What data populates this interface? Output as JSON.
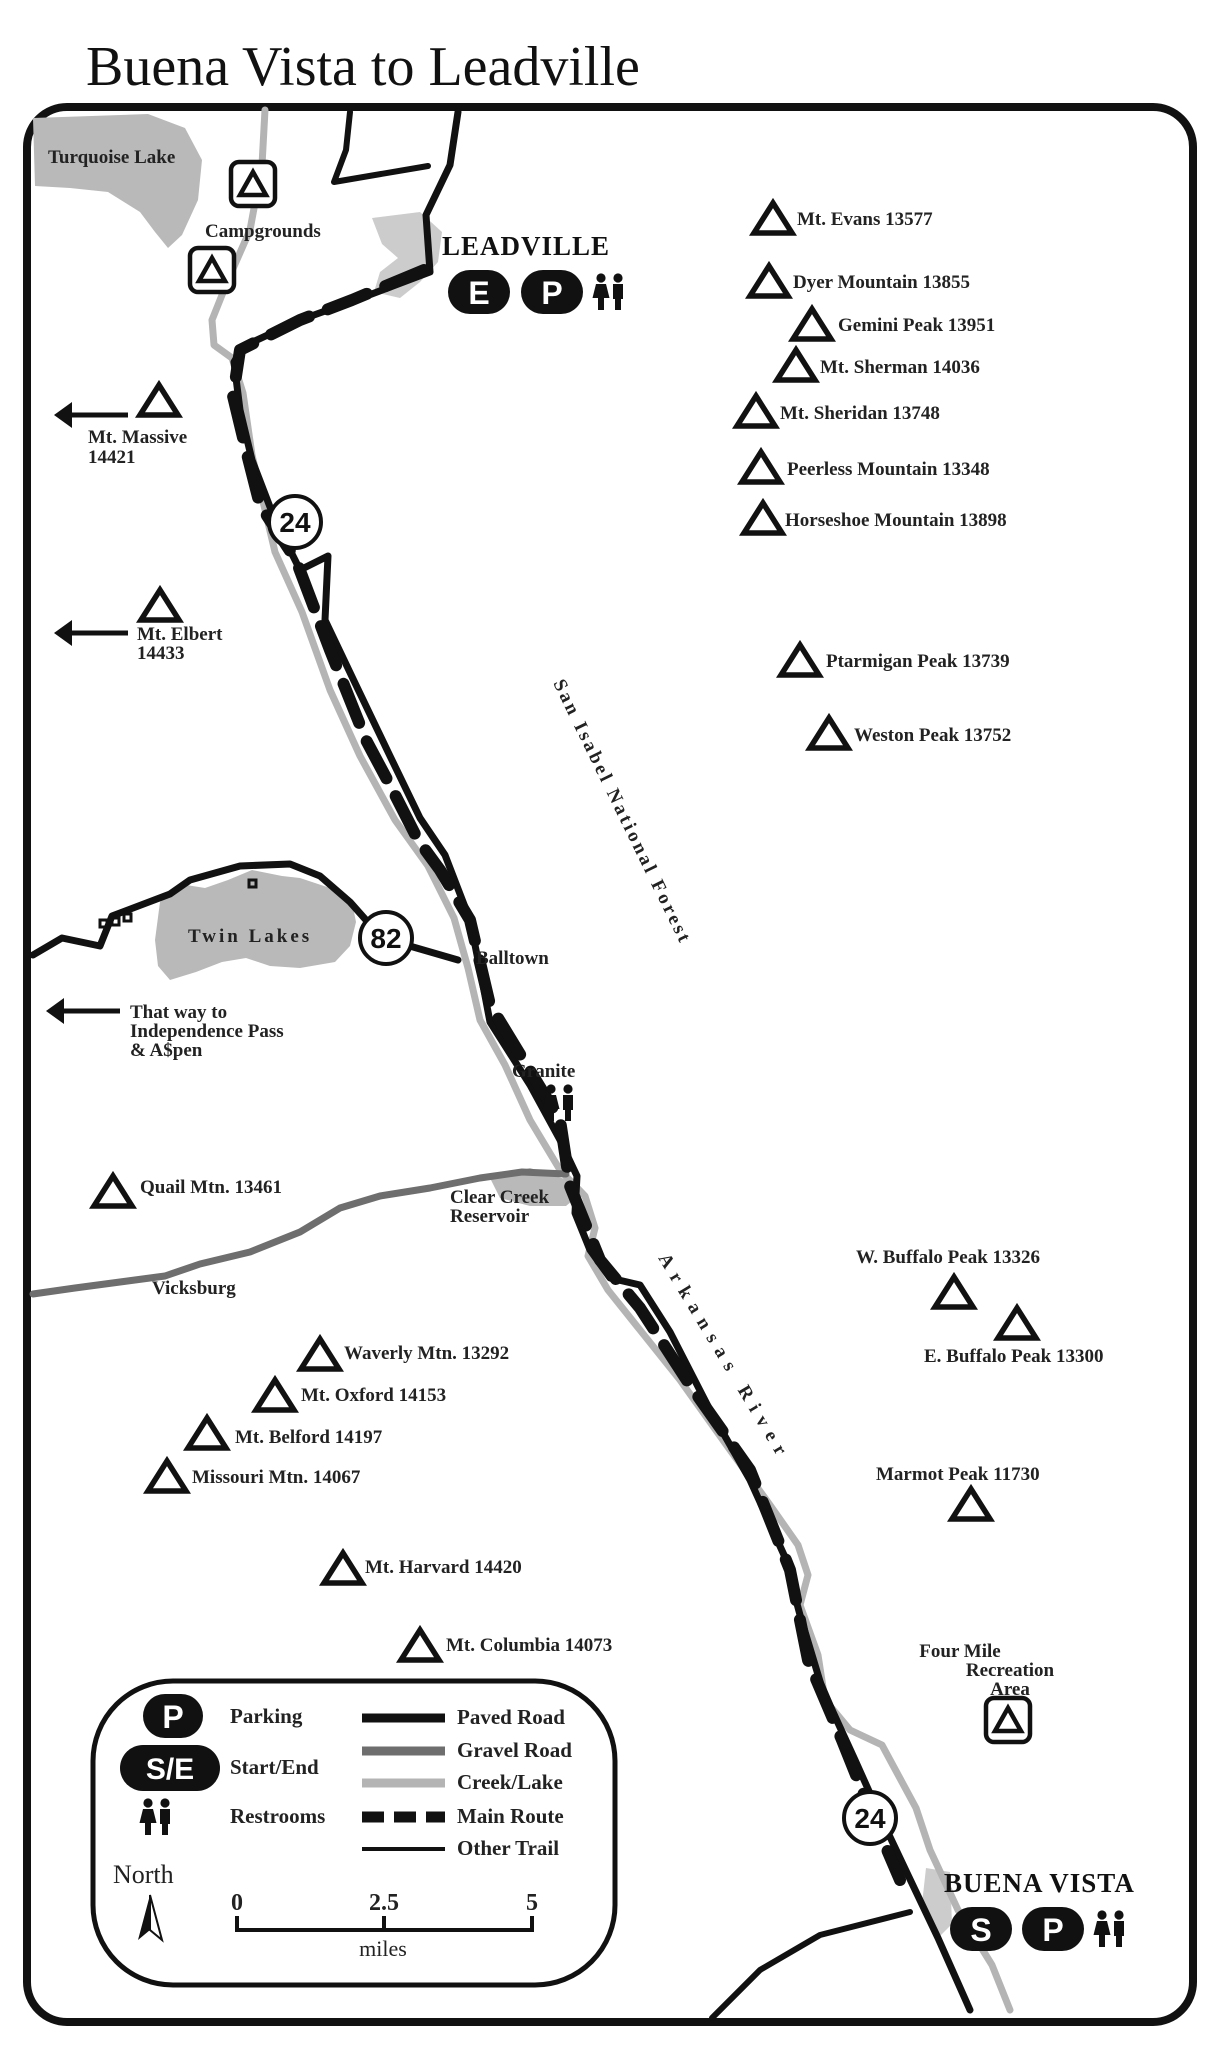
{
  "title": "Buena Vista to Leadville",
  "colors": {
    "paved": "#111111",
    "gravel": "#6e6e6e",
    "creek": "#b4b4b4",
    "lake": "#b9b9b9",
    "town_area": "#cccccc",
    "frame": "#111111"
  },
  "towns": {
    "leadville": "LEADVILLE",
    "buena_vista": "BUENA VISTA",
    "balltown": "Balltown",
    "granite": "Granite",
    "vicksburg": "Vicksburg"
  },
  "places": {
    "turquoise_lake": "Turquoise Lake",
    "campgrounds": "Campgrounds",
    "twin_lakes": "Twin Lakes",
    "clear_creek_line1": "Clear Creek",
    "clear_creek_line2": "Reservoir",
    "forest": "San Isabel National Forest",
    "river": "Arkansas River",
    "four_mile_line1": "Four Mile",
    "four_mile_line2": "Recreation",
    "four_mile_line3": "Area"
  },
  "arrows": {
    "massive_name": "Mt. Massive",
    "massive_elev": "14421",
    "elbert_name": "Mt. Elbert",
    "elbert_elev": "14433",
    "pass_line1": "That way to",
    "pass_line2": "Independence Pass",
    "pass_line3": "& A$pen"
  },
  "highways": {
    "h24": "24",
    "h82": "82"
  },
  "badges": {
    "E": "E",
    "P": "P",
    "S": "S",
    "SE": "S/E"
  },
  "peaks": [
    {
      "label": "Mt. Evans 13577"
    },
    {
      "label": "Dyer Mountain 13855"
    },
    {
      "label": "Gemini Peak 13951"
    },
    {
      "label": "Mt. Sherman 14036"
    },
    {
      "label": "Mt. Sheridan 13748"
    },
    {
      "label": "Peerless Mountain 13348"
    },
    {
      "label": "Horseshoe Mountain 13898"
    },
    {
      "label": "Ptarmigan Peak 13739"
    },
    {
      "label": "Weston Peak 13752"
    },
    {
      "label": "Quail Mtn. 13461"
    },
    {
      "label": "Waverly Mtn. 13292"
    },
    {
      "label": "Mt. Oxford 14153"
    },
    {
      "label": "Mt. Belford 14197"
    },
    {
      "label": "Missouri Mtn. 14067"
    },
    {
      "label": "Mt. Harvard 14420"
    },
    {
      "label": "Mt. Columbia 14073"
    },
    {
      "label": "W. Buffalo Peak 13326"
    },
    {
      "label": "E. Buffalo Peak 13300"
    },
    {
      "label": "Marmot Peak 11730"
    }
  ],
  "legend": {
    "parking": "Parking",
    "start_end": "Start/End",
    "restrooms": "Restrooms",
    "paved": "Paved Road",
    "gravel": "Gravel Road",
    "creek": "Creek/Lake",
    "main": "Main Route",
    "other": "Other Trail",
    "north": "North",
    "scale_0": "0",
    "scale_mid": "2.5",
    "scale_max": "5",
    "units": "miles"
  }
}
